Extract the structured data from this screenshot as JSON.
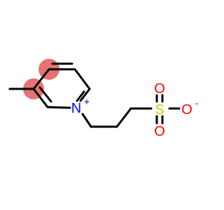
{
  "molecule": {
    "atoms": {
      "nitrogen": {
        "symbol": "N",
        "charge": "+",
        "color": "#0000ff"
      },
      "sulfur": {
        "symbol": "S",
        "color": "#cccc00"
      },
      "oxygen_top": {
        "symbol": "O",
        "color": "#ff0000"
      },
      "oxygen_bottom": {
        "symbol": "O",
        "color": "#ff0000"
      },
      "oxygen_right": {
        "symbol": "O",
        "charge": "-",
        "color": "#ff0000"
      }
    },
    "highlight_color": "#e57373",
    "bond_color": "#000000"
  }
}
